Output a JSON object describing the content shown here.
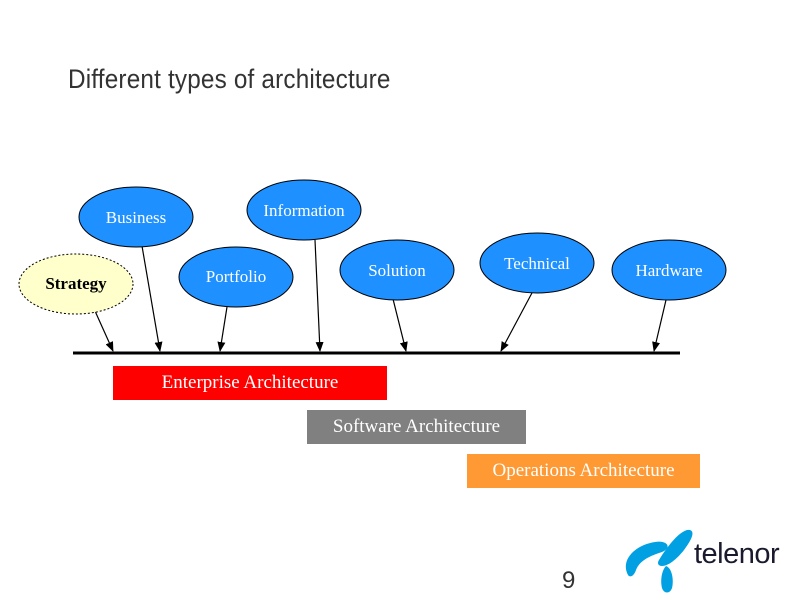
{
  "slide": {
    "title": "Different types of architecture",
    "page_number": "9"
  },
  "bubbles": [
    {
      "label": "Strategy",
      "fill": "#ffffcc",
      "style": "dashed"
    },
    {
      "label": "Business",
      "fill": "#1e90ff",
      "style": "solid"
    },
    {
      "label": "Portfolio",
      "fill": "#1e90ff",
      "style": "solid"
    },
    {
      "label": "Information",
      "fill": "#1e90ff",
      "style": "solid"
    },
    {
      "label": "Solution",
      "fill": "#1e90ff",
      "style": "solid"
    },
    {
      "label": "Technical",
      "fill": "#1e90ff",
      "style": "solid"
    },
    {
      "label": "Hardware",
      "fill": "#1e90ff",
      "style": "solid"
    }
  ],
  "architectures": [
    {
      "label": "Enterprise Architecture",
      "color": "#ff0000"
    },
    {
      "label": "Software Architecture",
      "color": "#808080"
    },
    {
      "label": "Operations Architecture",
      "color": "#ff9933"
    }
  ],
  "logo": {
    "text": "telenor",
    "color": "#00a0e3"
  }
}
